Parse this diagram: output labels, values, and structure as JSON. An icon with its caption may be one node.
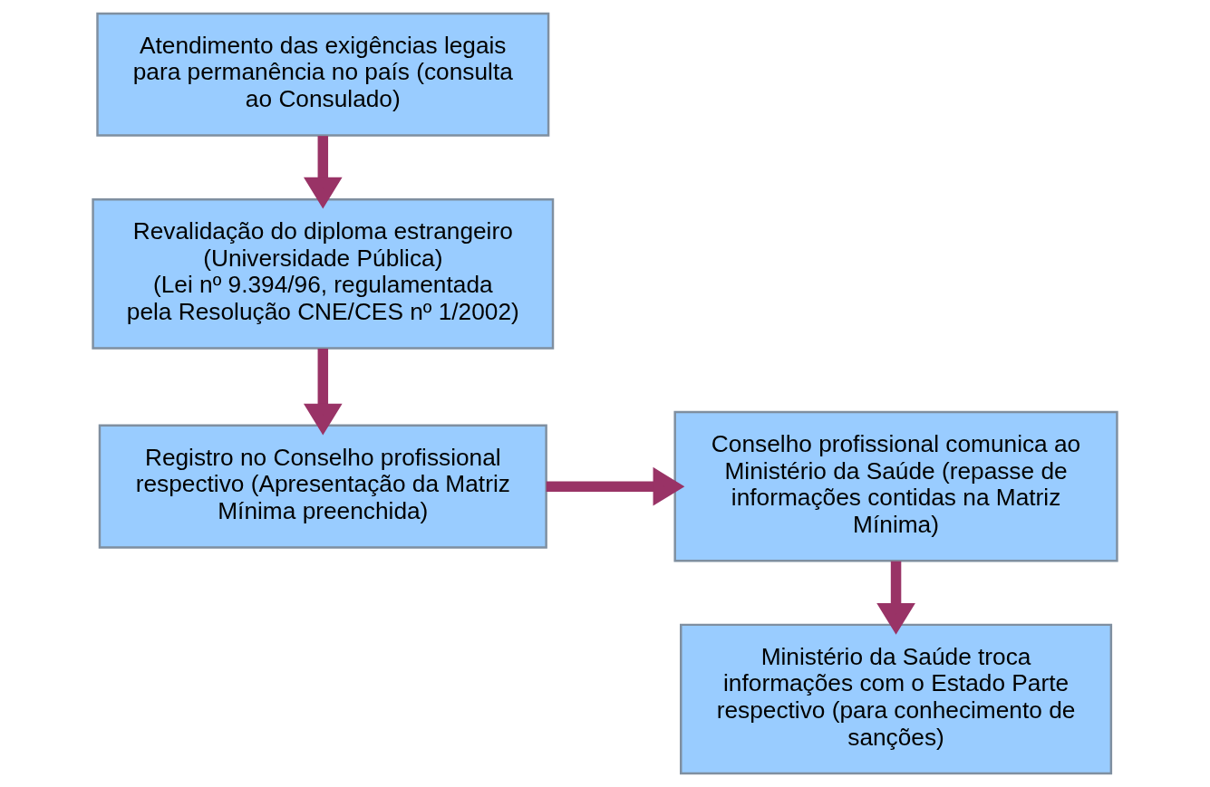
{
  "diagram": {
    "nodes": [
      {
        "text": [
          "Atendimento das exigências legais para permanência no país (consulta ao Consulado)"
        ]
      },
      {
        "text": [
          "Revalidação do diploma estrangeiro (Universidade Pública)",
          "(Lei nº 9.394/96, regulamentada pela Resolução CNE/CES nº 1/2002)"
        ]
      },
      {
        "text": [
          "Registro no Conselho profissional respectivo (Apresentação da Matriz Mínima preenchida)"
        ]
      },
      {
        "text": [
          "Conselho profissional comunica ao Ministério da Saúde (repasse de informações contidas na Matriz Mínima)"
        ]
      },
      {
        "text": [
          "Ministério da Saúde troca informações com o Estado Parte respectivo (para conhecimento de sanções)"
        ]
      }
    ],
    "edges": [
      {
        "from": 0,
        "to": 1,
        "arrow": "to"
      },
      {
        "from": 1,
        "to": 2,
        "arrow": "to"
      },
      {
        "from": 2,
        "to": 3,
        "arrow": "to"
      },
      {
        "from": 3,
        "to": 4,
        "arrow": "to"
      }
    ]
  }
}
